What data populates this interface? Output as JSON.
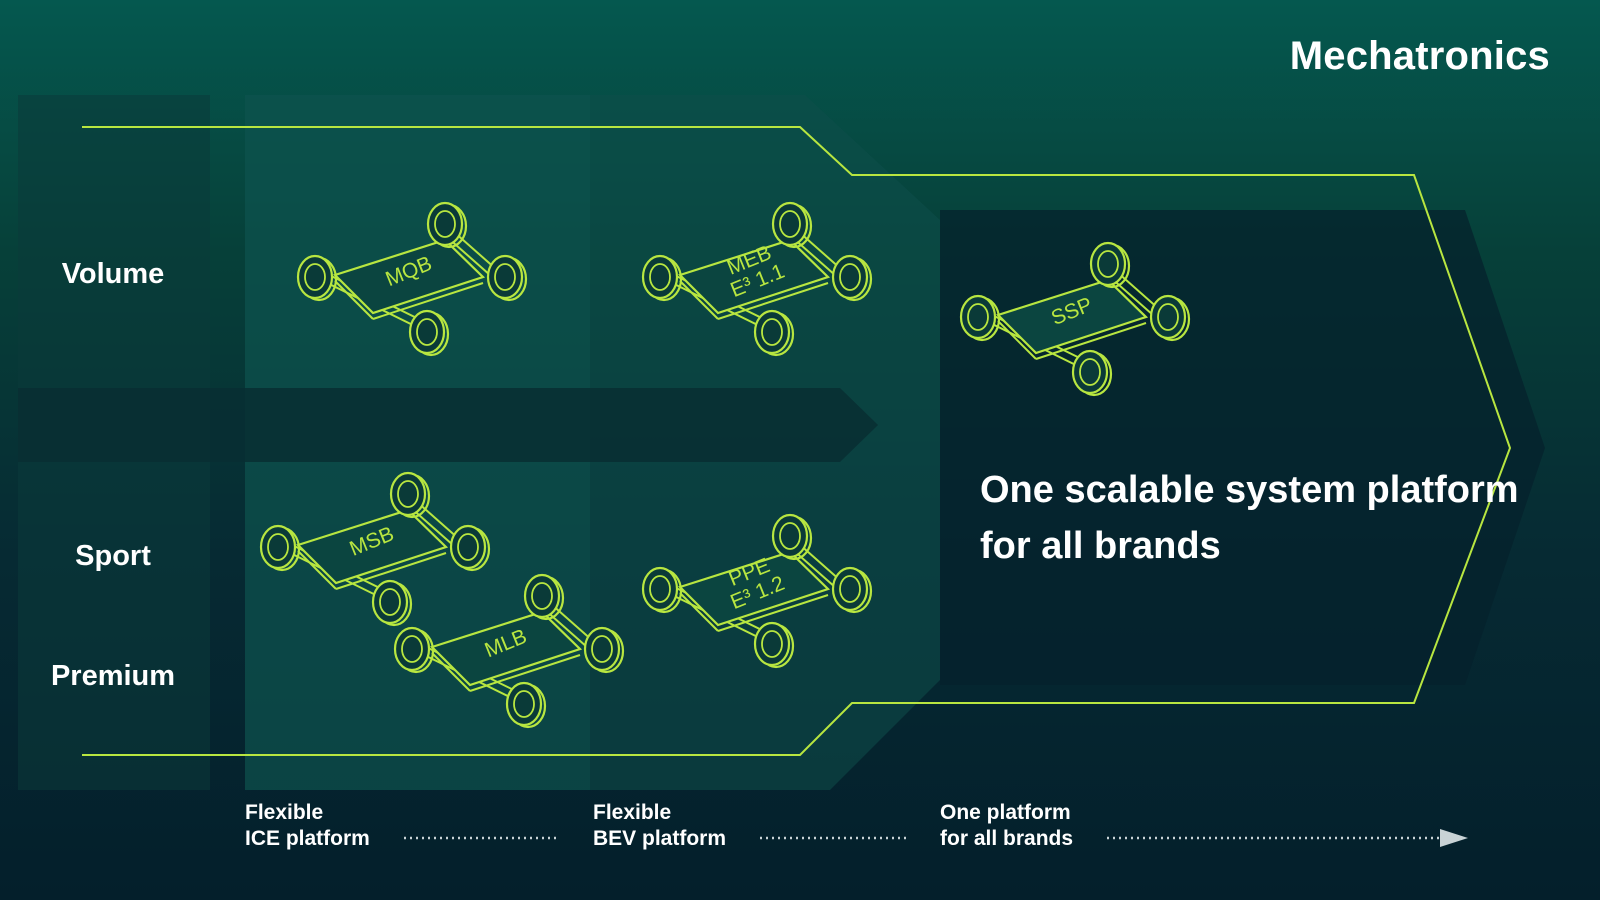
{
  "title": "Mechatronics",
  "rows": [
    "Volume",
    "Sport",
    "Premium"
  ],
  "platforms": {
    "mqb": [
      "MQB"
    ],
    "meb": [
      "MEB",
      "E³ 1.1"
    ],
    "ssp": [
      "SSP"
    ],
    "msb": [
      "MSB"
    ],
    "mlb": [
      "MLB"
    ],
    "ppe": [
      "PPE",
      "E³ 1.2"
    ]
  },
  "headline": "One scalable system platform for all brands",
  "stages": [
    "Flexible\nICE platform",
    "Flexible\nBEV platform",
    "One platform\nfor all brands"
  ],
  "colors": {
    "accent": "#b8e640",
    "text": "#ffffff",
    "arrow": "#c9d3d6"
  }
}
